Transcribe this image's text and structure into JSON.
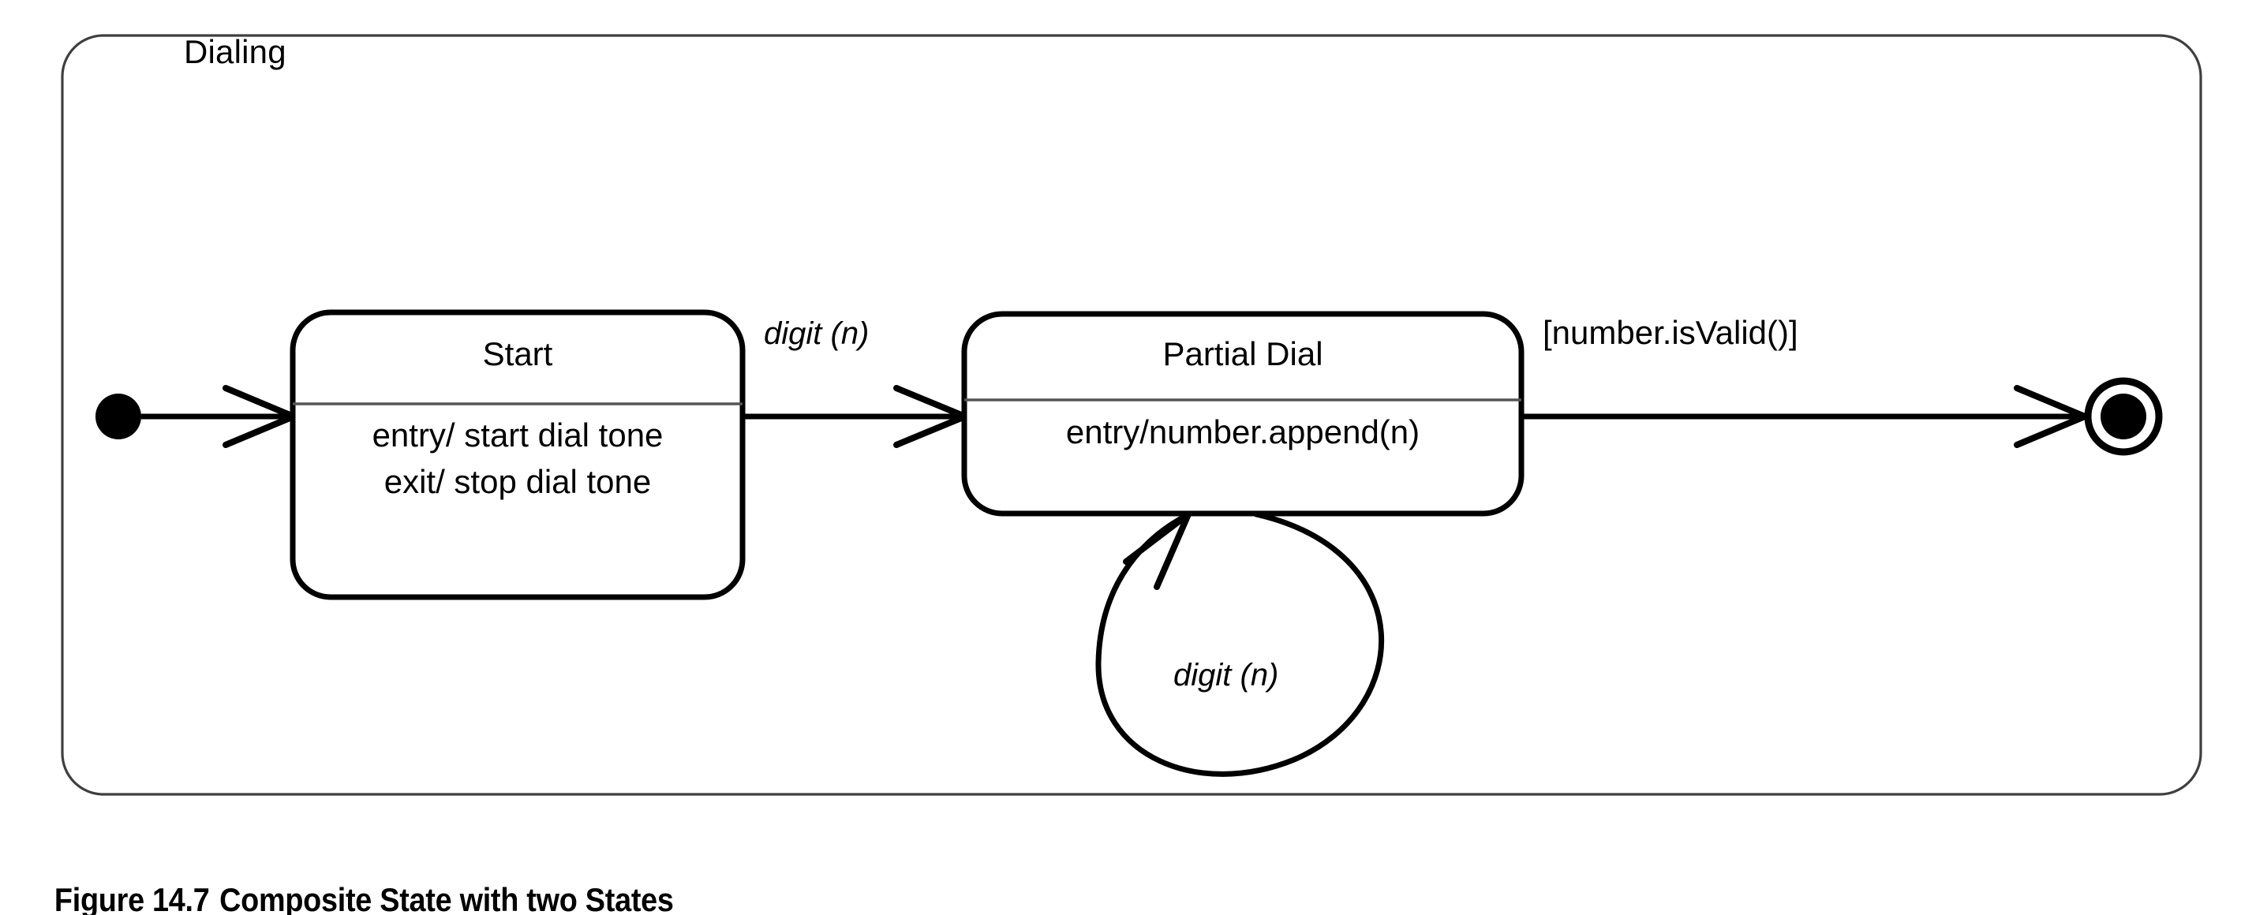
{
  "figure": {
    "caption_prefix": "Figure 14.7",
    "caption_title": "Composite State with two States",
    "caption_full": "Figure 14.7  Composite State with two States"
  },
  "diagram": {
    "type": "uml-state-machine",
    "composite_state": {
      "name": "Dialing",
      "shape": "rounded-rectangle"
    },
    "pseudostates": [
      {
        "id": "initial",
        "kind": "initial",
        "glyph": "filled-circle"
      },
      {
        "id": "final",
        "kind": "final",
        "glyph": "bullseye"
      }
    ],
    "states": [
      {
        "id": "start",
        "name": "Start",
        "activities": [
          "entry/ start dial tone",
          "exit/ stop dial tone"
        ]
      },
      {
        "id": "partial-dial",
        "name": "Partial Dial",
        "activities": [
          "entry/number.append(n)"
        ]
      }
    ],
    "transitions": [
      {
        "id": "t-initial-start",
        "from": "initial",
        "to": "start",
        "label": "",
        "label_style": "none"
      },
      {
        "id": "t-start-partial",
        "from": "start",
        "to": "partial-dial",
        "label": "digit (n)",
        "label_style": "italic"
      },
      {
        "id": "t-partial-self",
        "from": "partial-dial",
        "to": "partial-dial",
        "label": "digit (n)",
        "label_style": "italic",
        "kind": "self-loop"
      },
      {
        "id": "t-partial-final",
        "from": "partial-dial",
        "to": "final",
        "label": "[number.isValid()]",
        "label_style": "upright"
      }
    ]
  },
  "colors": {
    "ink": "#000000",
    "composite_border": "#3a3a3a",
    "state_border": "#000000",
    "divider": "#555555",
    "background": "#ffffff"
  }
}
